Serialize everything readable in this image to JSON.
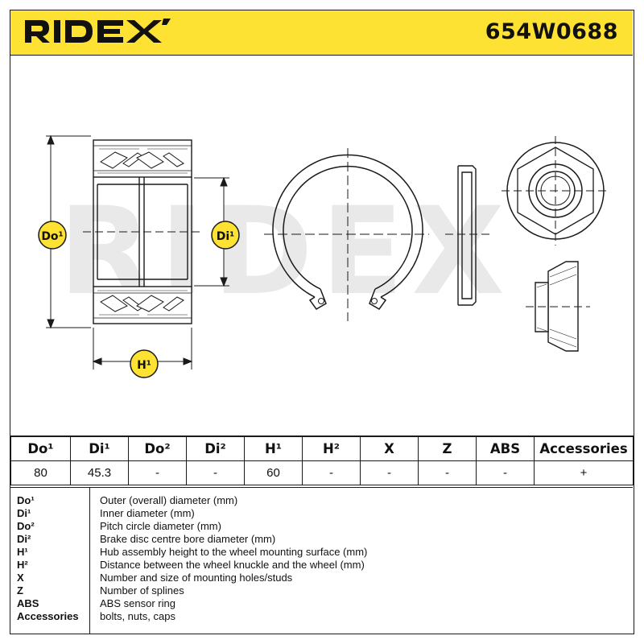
{
  "header": {
    "brand": "RIDEX",
    "part_number": "654W0688"
  },
  "drawing": {
    "label_do": "Do¹",
    "label_di": "Di¹",
    "label_h": "H¹",
    "watermark": "RIDEX"
  },
  "specs": {
    "headers": [
      "Do¹",
      "Di¹",
      "Do²",
      "Di²",
      "H¹",
      "H²",
      "X",
      "Z",
      "ABS",
      "Accessories"
    ],
    "values": [
      "80",
      "45.3",
      "-",
      "-",
      "60",
      "-",
      "-",
      "-",
      "-",
      "+"
    ]
  },
  "legend": [
    {
      "key": "Do¹",
      "desc": "Outer (overall) diameter (mm)"
    },
    {
      "key": "Di¹",
      "desc": "Inner diameter (mm)"
    },
    {
      "key": "Do²",
      "desc": "Pitch circle diameter (mm)"
    },
    {
      "key": "Di²",
      "desc": "Brake disc centre bore diameter (mm)"
    },
    {
      "key": "H¹",
      "desc": "Hub assembly height to the wheel mounting surface (mm)"
    },
    {
      "key": "H²",
      "desc": "Distance between the wheel knuckle and the wheel (mm)"
    },
    {
      "key": "X",
      "desc": "Number and size of mounting holes/studs"
    },
    {
      "key": "Z",
      "desc": "Number of splines"
    },
    {
      "key": "ABS",
      "desc": "ABS sensor ring"
    },
    {
      "key": "Accessories",
      "desc": "bolts, nuts, caps"
    }
  ],
  "colors": {
    "header_bg": "#fde233",
    "badge_bg": "#fde233",
    "ink": "#1a1a1a",
    "watermark": "#e6e6e6"
  }
}
